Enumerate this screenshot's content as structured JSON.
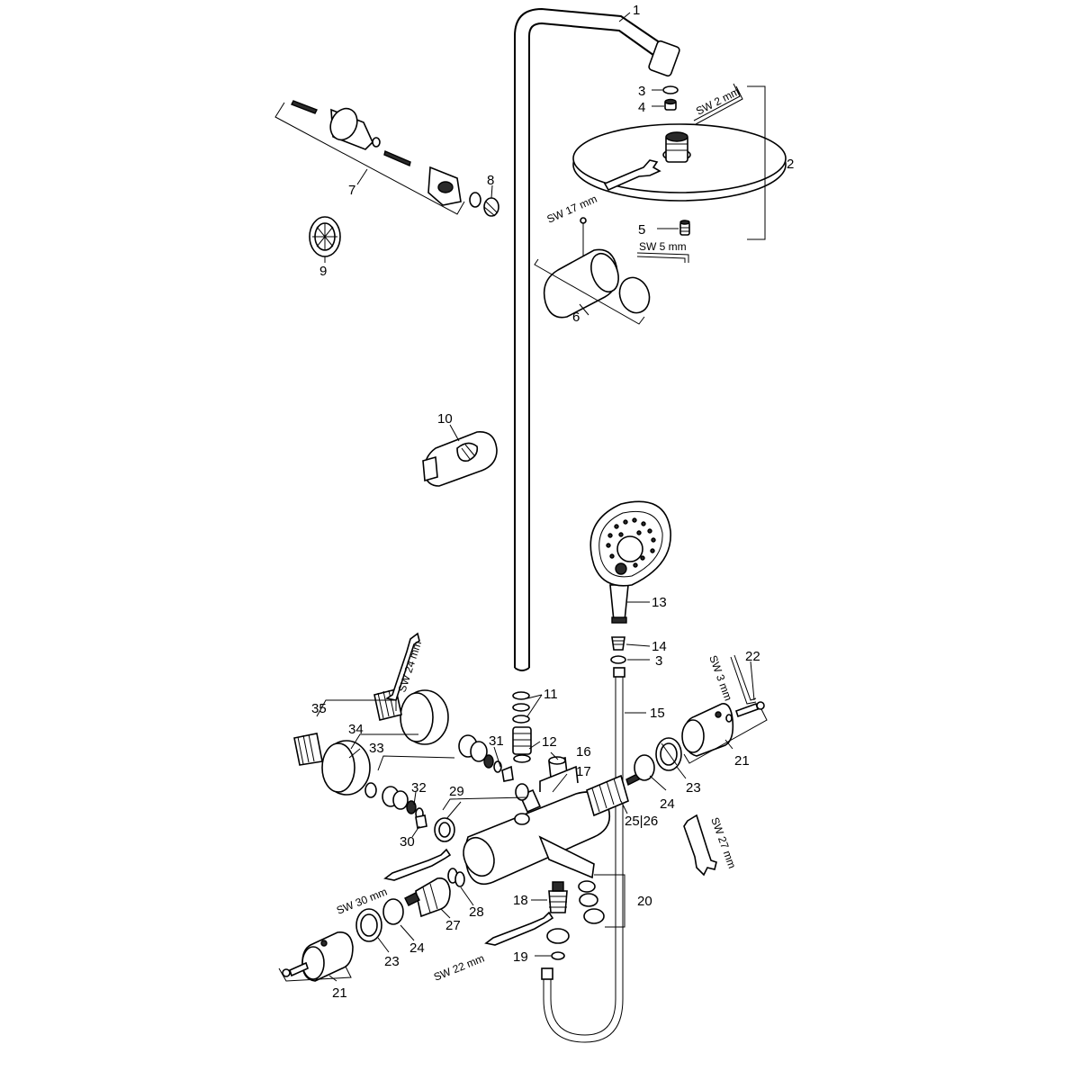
{
  "part_numbers": {
    "p1": "1",
    "p2": "2",
    "p3a": "3",
    "p3b": "3",
    "p4": "4",
    "p5": "5",
    "p6": "6",
    "p7": "7",
    "p8": "8",
    "p9": "9",
    "p10": "10",
    "p11": "11",
    "p12": "12",
    "p13": "13",
    "p14": "14",
    "p15": "15",
    "p16": "16",
    "p17": "17",
    "p18": "18",
    "p19": "19",
    "p20": "20",
    "p21a": "21",
    "p21b": "21",
    "p22": "22",
    "p23a": "23",
    "p23b": "23",
    "p24a": "24",
    "p24b": "24",
    "p25_26": "25|26",
    "p27": "27",
    "p28": "28",
    "p29": "29",
    "p30": "30",
    "p31": "31",
    "p32": "32",
    "p33": "33",
    "p34": "34",
    "p35": "35"
  },
  "tool_labels": {
    "sw2": "SW 2 mm",
    "sw17": "SW 17 mm",
    "sw5": "SW 5 mm",
    "sw24": "SW 24 mm",
    "sw3": "SW 3 mm",
    "sw27": "SW 27 mm",
    "sw30": "SW 30 mm",
    "sw22": "SW 22 mm"
  }
}
